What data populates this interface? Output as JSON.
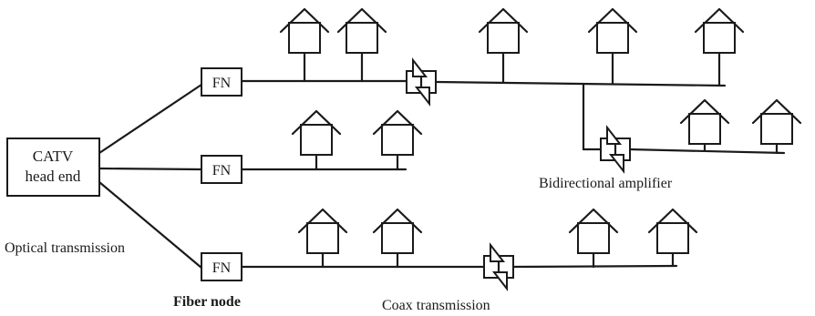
{
  "head_end": {
    "line1": "CATV",
    "line2": "head end"
  },
  "fiber_nodes": [
    {
      "label": "FN"
    },
    {
      "label": "FN"
    },
    {
      "label": "FN"
    }
  ],
  "labels": {
    "optical": "Optical transmission",
    "fiber_node": "Fiber node",
    "coax": "Coax transmission",
    "amplifier": "Bidirectional amplifier"
  },
  "colors": {
    "stroke": "#1a1a1a",
    "background": "#ffffff"
  }
}
